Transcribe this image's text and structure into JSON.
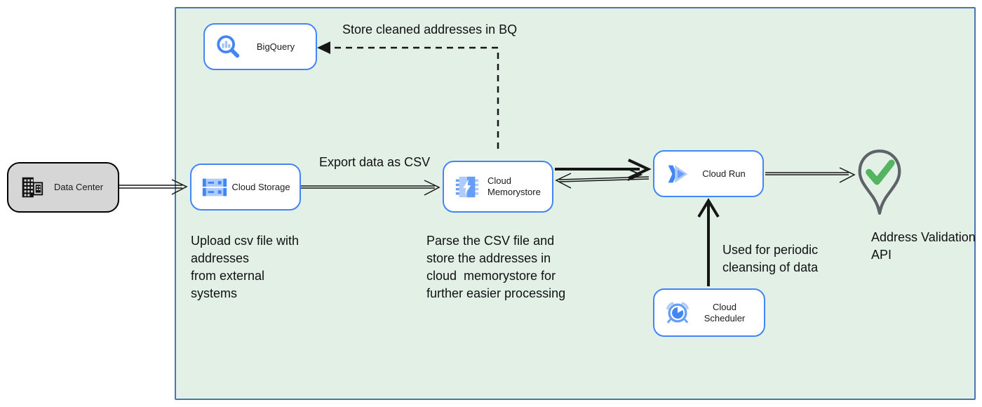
{
  "diagram": {
    "type": "cloud-architecture-flow",
    "boundary": "Google Cloud environment (green container)"
  },
  "colors": {
    "container_fill": "#e2f0e6",
    "container_border": "#4677ae",
    "node_border": "#4285f4",
    "node_fill": "#ffffff",
    "datacenter_fill": "#d6d6d6",
    "datacenter_border": "#000000",
    "icon_blue": "#4285f4",
    "icon_blue_light": "#aecbfa",
    "icon_blue_mid": "#669df6",
    "pin_outline": "#5f6368",
    "check_green": "#54b45f",
    "arrow_color": "#161616",
    "text_color": "#111111"
  },
  "nodes": [
    {
      "id": "data-center",
      "label": "Data Center"
    },
    {
      "id": "bigquery",
      "label": "BigQuery"
    },
    {
      "id": "cloud-storage",
      "label": "Cloud Storage"
    },
    {
      "id": "cloud-memorystore",
      "label": "Cloud\nMemorystore"
    },
    {
      "id": "cloud-run",
      "label": "Cloud Run"
    },
    {
      "id": "cloud-scheduler",
      "label": "Cloud Scheduler"
    }
  ],
  "annotations": {
    "store_bq": "Store cleaned addresses in BQ",
    "export_csv": "Export data as CSV",
    "upload": "Upload csv file with\naddresses\nfrom external\nsystems",
    "parse": "Parse the CSV file and\nstore the addresses in\ncloud  memorystore for\nfurther easier processing",
    "periodic": "Used for periodic\ncleansing of data",
    "address_api": "Address Validation\nAPI"
  },
  "edges": [
    {
      "from": "data-center",
      "to": "cloud-storage",
      "style": "thin-double",
      "label": ""
    },
    {
      "from": "cloud-storage",
      "to": "cloud-memorystore",
      "style": "thin-double",
      "label": "Export data as CSV"
    },
    {
      "from": "cloud-memorystore",
      "to": "cloud-run",
      "style": "thick",
      "label": ""
    },
    {
      "from": "cloud-run",
      "to": "cloud-memorystore",
      "style": "thin-double",
      "label": ""
    },
    {
      "from": "cloud-run",
      "to": "address-validation-api",
      "style": "thin-double",
      "label": ""
    },
    {
      "from": "cloud-scheduler",
      "to": "cloud-run",
      "style": "thick",
      "label": "Used for periodic cleansing of data"
    },
    {
      "from": "cloud-memorystore",
      "to": "bigquery",
      "style": "dashed",
      "label": "Store cleaned addresses in BQ"
    }
  ]
}
